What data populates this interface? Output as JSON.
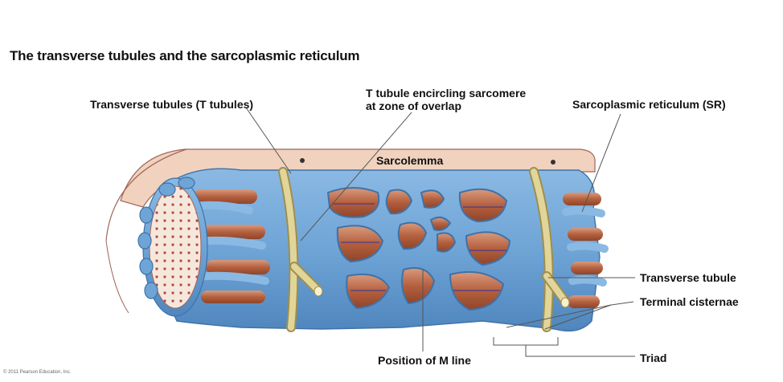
{
  "title": "The transverse tubules and the sarcoplasmic reticulum",
  "labels": {
    "t_tubules": "Transverse tubules (T tubules)",
    "encircling_line1": "T tubule encircling sarcomere",
    "encircling_line2": "at zone of overlap",
    "sr": "Sarcoplasmic reticulum (SR)",
    "sarcolemma": "Sarcolemma",
    "transverse_tubule": "Transverse tubule",
    "terminal_cisternae": "Terminal cisternae",
    "triad": "Triad",
    "m_line": "Position of M line"
  },
  "copyright": "© 2011 Pearson Education, Inc.",
  "colors": {
    "sr_blue": "#6fa4d6",
    "sr_dark": "#3f72a8",
    "ttubule": "#e2d59a",
    "myofibril": "#b4603f",
    "sarcolemma": "#f0d2be"
  }
}
